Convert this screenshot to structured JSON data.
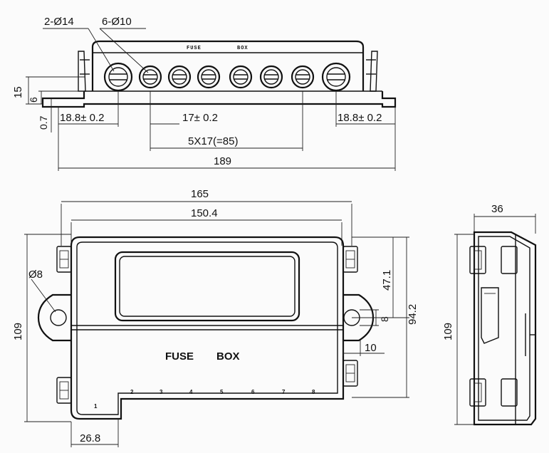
{
  "top_view": {
    "hole_large": "2-Ø14",
    "hole_small": "6-Ø10",
    "height_total": "15",
    "height_flange": "6",
    "thickness": "0.7",
    "edge_left": "18.8± 0.2",
    "pitch": "17± 0.2",
    "edge_right": "18.8± 0.2",
    "pitch_total": "5X17(=85)",
    "overall_length": "189"
  },
  "front_view": {
    "outer_width": "165",
    "inner_width": "150.4",
    "mount_hole": "Ø8",
    "height": "109",
    "lid_height": "47.1",
    "hole_spacing": "94.2",
    "hole_size": "8",
    "hole_offset": "10",
    "bottom_tab": "26.8",
    "label_fuse": "FUSE",
    "label_box": "BOX",
    "slot_numbers": [
      "1",
      "2",
      "3",
      "4",
      "5",
      "6",
      "7",
      "8"
    ]
  },
  "side_view": {
    "depth": "36",
    "height": "109"
  }
}
